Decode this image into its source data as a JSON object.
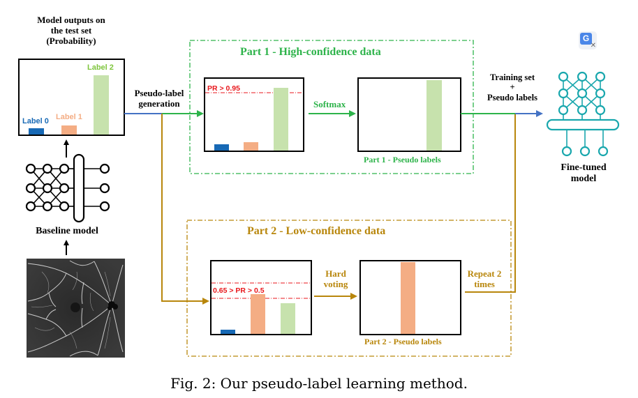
{
  "left": {
    "outputs_title_lines": [
      "Model outputs on",
      "the test set",
      "(Probability)"
    ],
    "bar_labels": {
      "label0": "Label 0",
      "label1": "Label 1",
      "label2": "Label 2"
    },
    "baseline_label": "Baseline model",
    "pseudo_gen_lines": [
      "Pseudo-label",
      "generation"
    ]
  },
  "part1": {
    "title": "Part 1 - High-confidence data",
    "threshold": "PR > 0.95",
    "softmax": "Softmax",
    "pseudo_caption": "Part 1 - Pseudo labels"
  },
  "part2": {
    "title": "Part 2 - Low-confidence data",
    "threshold": "0.65 > PR > 0.5",
    "hard_voting_lines": [
      "Hard",
      "voting"
    ],
    "pseudo_caption": "Part 2 - Pseudo labels",
    "repeat_lines": [
      "Repeat 2",
      "times"
    ]
  },
  "right": {
    "training_lines": [
      "Training set",
      "+",
      "Pseudo labels"
    ],
    "finetuned_lines": [
      "Fine-tuned",
      "model"
    ]
  },
  "caption": "Fig. 2: Our pseudo-label learning method.",
  "colors": {
    "label0": "#1769b5",
    "label1": "#f4ad84",
    "label2": "#c7e2ad",
    "part1_accent": "#2db34a",
    "part2_accent": "#b8860b",
    "threshold": "#e8161b",
    "network": "#19a7ad",
    "connector_blue": "#4472c4"
  },
  "icons": {
    "translate": "google-translate-icon",
    "network": "neural-network-icon",
    "fundus": "retina-image"
  }
}
